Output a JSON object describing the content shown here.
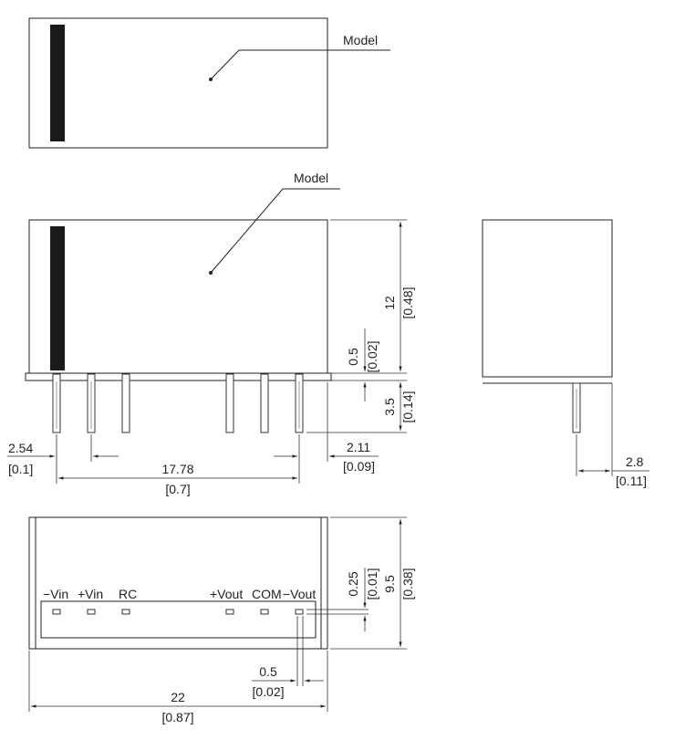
{
  "labels": {
    "model_top": "Model",
    "model_front": "Model",
    "pins": [
      "−Vin",
      "+Vin",
      "RC",
      "+Vout",
      "COM",
      "−Vout"
    ]
  },
  "dimensions": {
    "height": "12",
    "height_in": "[0.48]",
    "standoff": "0.5",
    "standoff_in": "[0.02]",
    "pin_length": "3.5",
    "pin_length_in": "[0.14]",
    "pitch": "2.54",
    "pitch_in": "[0.1]",
    "span": "17.78",
    "span_in": "[0.7]",
    "pin_offset": "2.11",
    "pin_offset_in": "[0.09]",
    "side_pin": "2.8",
    "side_pin_in": "[0.11]",
    "pad_offset": "0.25",
    "pad_offset_in": "[0.01]",
    "depth": "9.5",
    "depth_in": "[0.38]",
    "pin_width": "0.5",
    "pin_width_in": "[0.02]",
    "length": "22",
    "length_in": "[0.87]"
  }
}
